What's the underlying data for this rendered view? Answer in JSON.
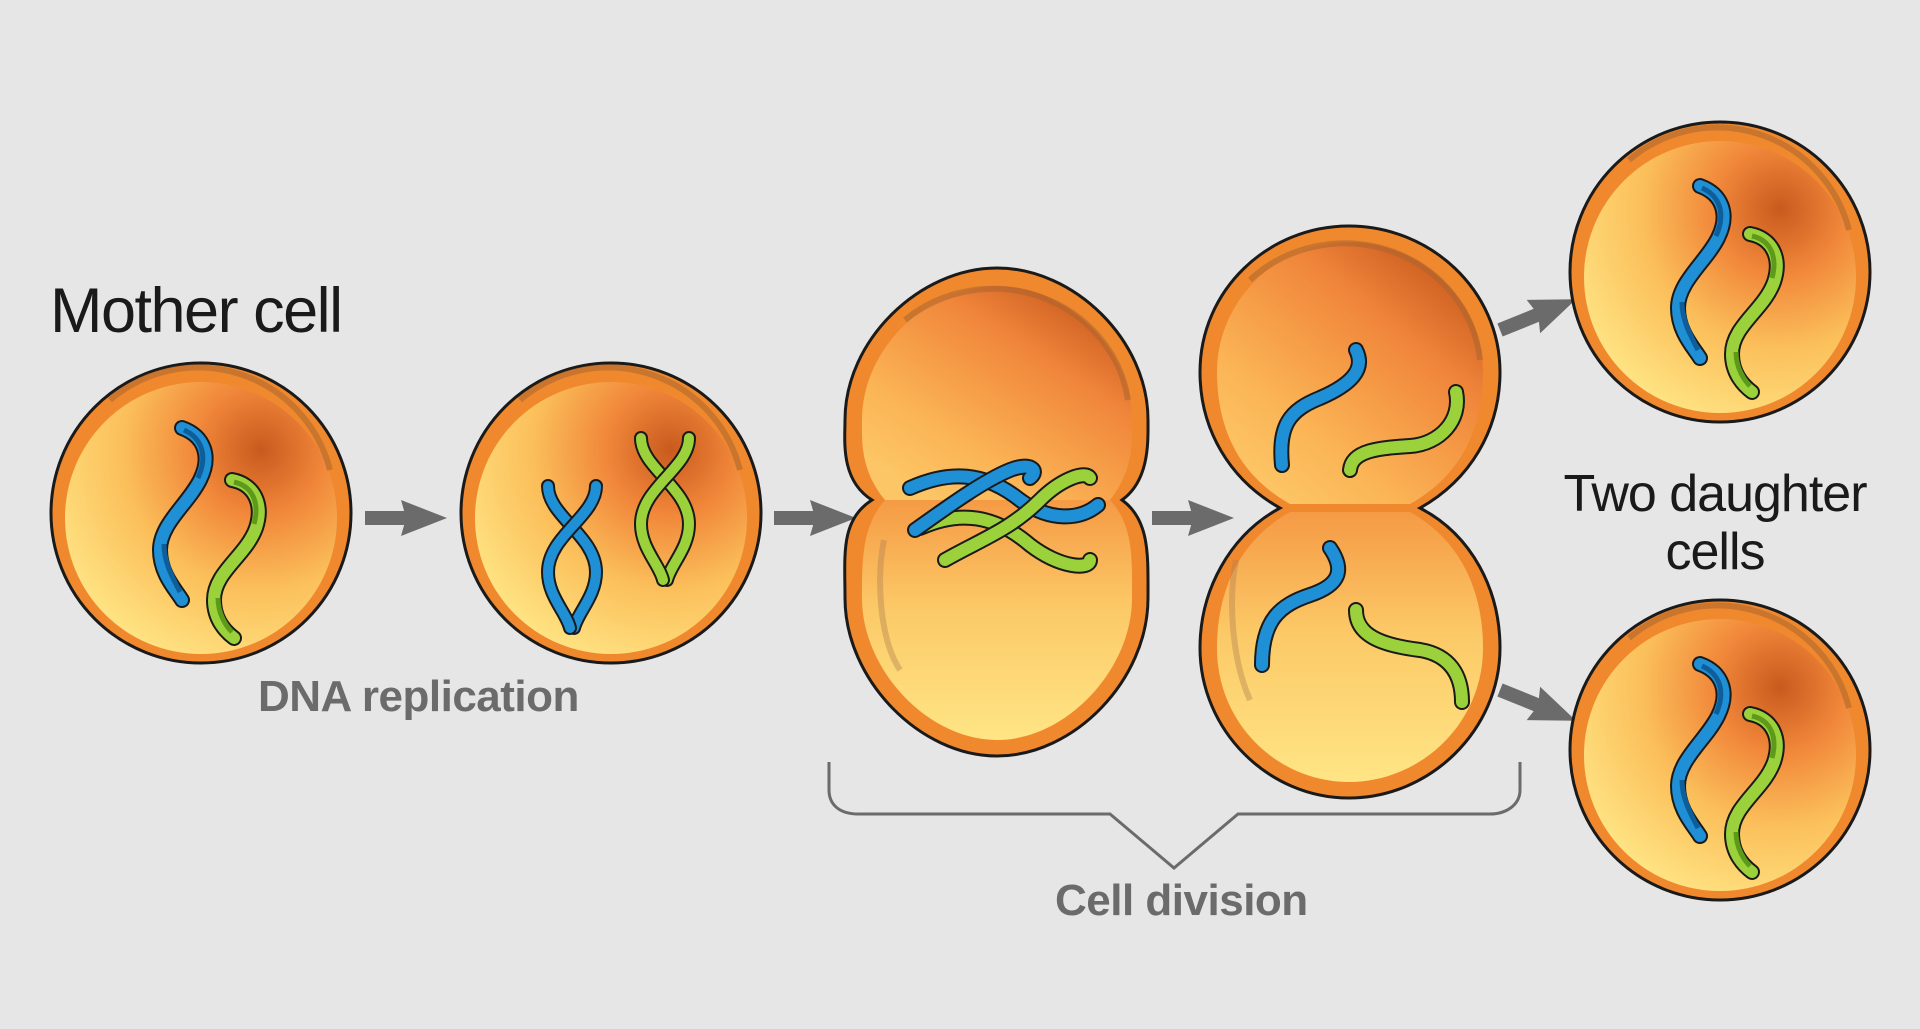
{
  "labels": {
    "mother_cell": "Mother cell",
    "daughter_cells_line1": "Two daughter",
    "daughter_cells_line2": "cells",
    "dna_replication": "DNA replication",
    "cell_division": "Cell division"
  },
  "colors": {
    "background": "#e6e6e6",
    "cell_membrane": "#f0892e",
    "cell_interior_light": "#fde27e",
    "cell_interior_dark": "#c95a1e",
    "outline": "#1a1a1a",
    "arrow": "#6b6b6b",
    "dna_blue": "#1f8fd6",
    "dna_green": "#9bd23c",
    "bracket": "#6b6b6b"
  },
  "stages": [
    "mother-cell",
    "replicated-cell",
    "dividing-cell",
    "pinching-cell",
    "daughter-cell-top",
    "daughter-cell-bottom"
  ]
}
